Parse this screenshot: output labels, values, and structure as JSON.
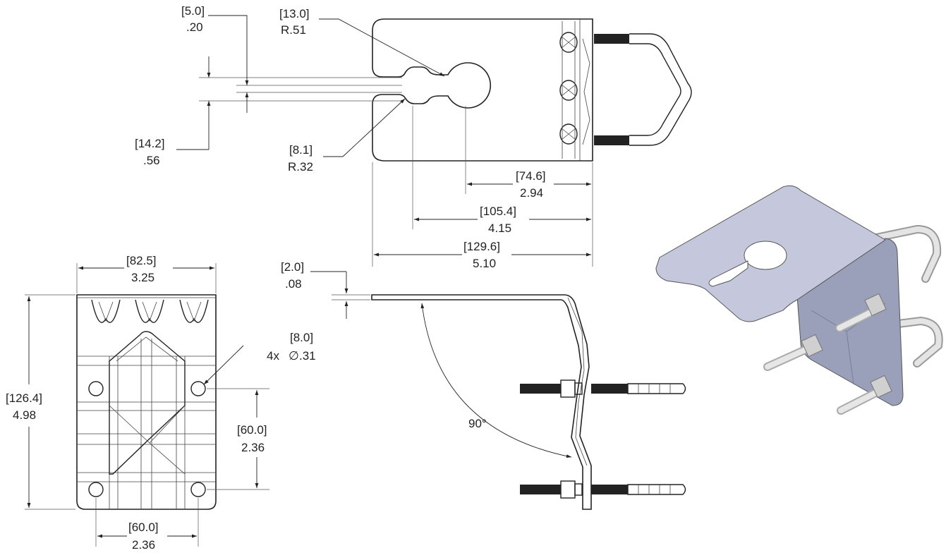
{
  "dimensions": {
    "slot_width": {
      "mm": "[5.0]",
      "in": ".20"
    },
    "keyhole_radius": {
      "mm": "[13.0]",
      "in": "R.51"
    },
    "neck_width": {
      "mm": "[14.2]",
      "in": ".56"
    },
    "slot_radius": {
      "mm": "[8.1]",
      "in": "R.32"
    },
    "hole_offset": {
      "mm": "[74.6]",
      "in": "2.94"
    },
    "slot_offset": {
      "mm": "[105.4]",
      "in": "4.15"
    },
    "overall_length": {
      "mm": "[129.6]",
      "in": "5.10"
    },
    "plate_width": {
      "mm": "[82.5]",
      "in": "3.25"
    },
    "thickness": {
      "mm": "[2.0]",
      "in": ".08"
    },
    "hole_dia": {
      "mm": "[8.0]",
      "prefix": "4x",
      "symbol": "∅",
      "in": ".31"
    },
    "plate_height": {
      "mm": "[126.4]",
      "in": "4.98"
    },
    "hole_v_spacing": {
      "mm": "[60.0]",
      "in": "2.36"
    },
    "hole_h_spacing": {
      "mm": "[60.0]",
      "in": "2.36"
    },
    "bend_angle": "90°"
  },
  "colors": {
    "line": "#222222",
    "metal_light": "#c5c8dc",
    "metal_mid": "#a4a8c2",
    "metal_dark": "#7f849e",
    "bolt": "#d9d9d9"
  }
}
